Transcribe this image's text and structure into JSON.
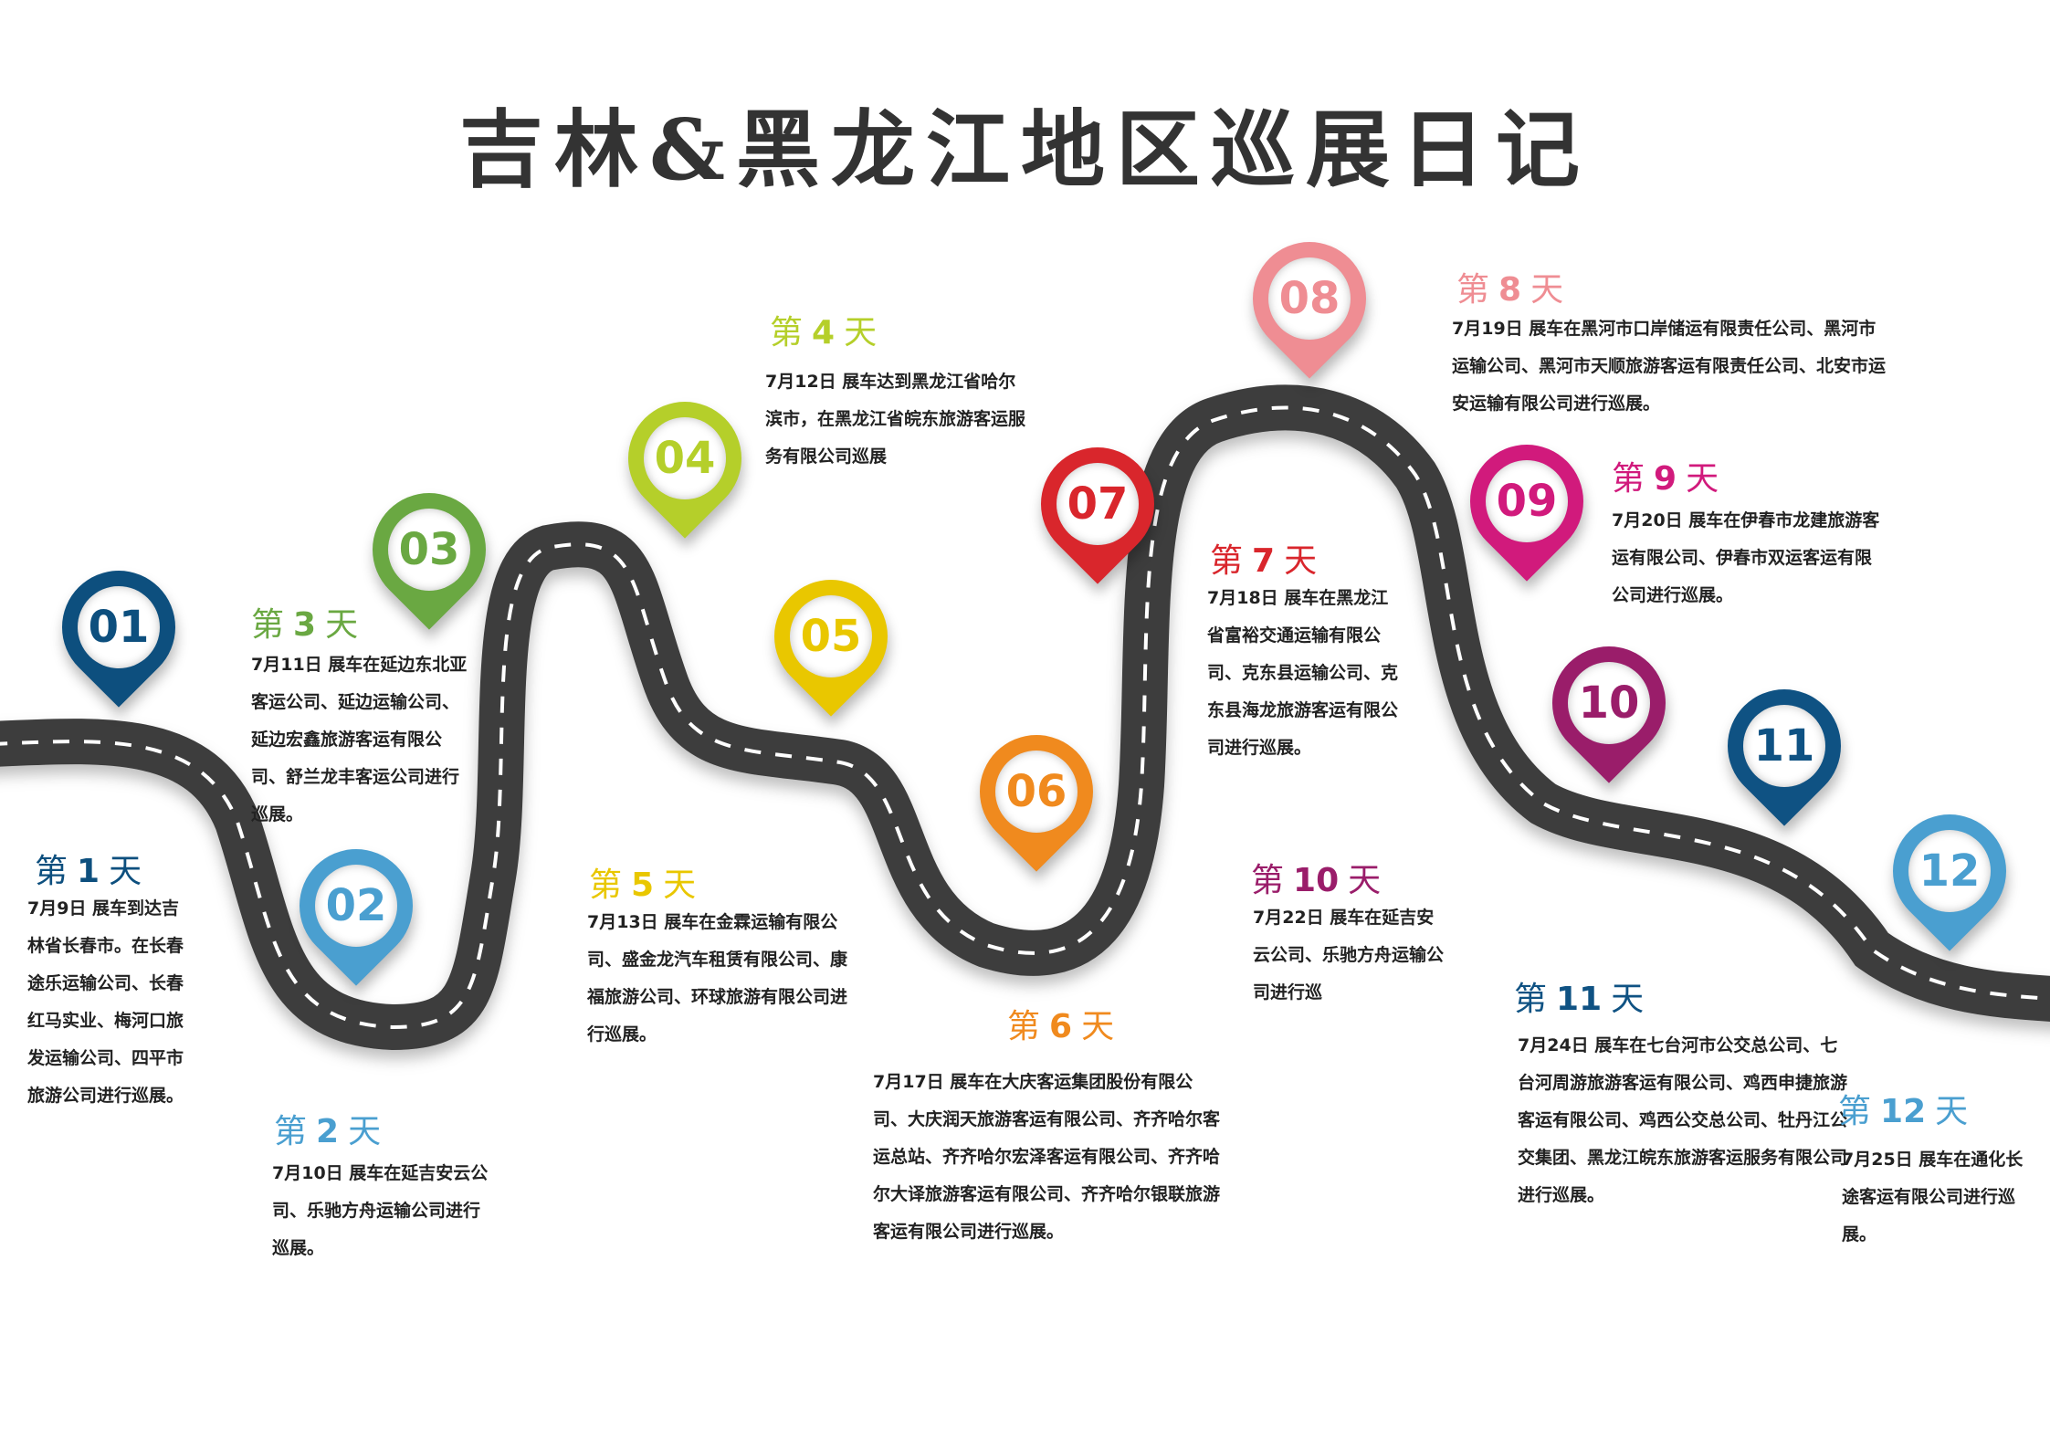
{
  "title": "吉林&黑龙江地区巡展日记",
  "day_prefix": "第",
  "day_suffix": "天",
  "stops": [
    {
      "num": "01",
      "day": "1",
      "color": "#0d4f7e",
      "text": "7月9日 展车到达吉林省长春市。在长春途乐运输公司、长春红马实业、梅河口旅发运输公司、四平市旅游公司进行巡展。"
    },
    {
      "num": "02",
      "day": "2",
      "color": "#4a9fd0",
      "text": "7月10日 展车在延吉安云公司、乐驰方舟运输公司进行巡展。"
    },
    {
      "num": "03",
      "day": "3",
      "color": "#6aa842",
      "text": "7月11日 展车在延边东北亚客运公司、延边运输公司、延边宏鑫旅游客运有限公司、舒兰龙丰客运公司进行巡展。"
    },
    {
      "num": "04",
      "day": "4",
      "color": "#b5cf2a",
      "text": "7月12日 展车达到黑龙江省哈尔滨市，在黑龙江省皖东旅游客运服务有限公司巡展"
    },
    {
      "num": "05",
      "day": "5",
      "color": "#e9c700",
      "text": "7月13日 展车在金霖运输有限公司、盛金龙汽车租赁有限公司、康福旅游公司、环球旅游有限公司进行巡展。"
    },
    {
      "num": "06",
      "day": "6",
      "color": "#f08a1e",
      "text": "7月17日 展车在大庆客运集团股份有限公司、大庆润天旅游客运有限公司、齐齐哈尔客运总站、齐齐哈尔宏泽客运有限公司、齐齐哈尔大译旅游客运有限公司、齐齐哈尔银联旅游客运有限公司进行巡展。"
    },
    {
      "num": "07",
      "day": "7",
      "color": "#d9262c",
      "text": "7月18日 展车在黑龙江省富裕交通运输有限公司、克东县运输公司、克东县海龙旅游客运有限公司进行巡展。"
    },
    {
      "num": "08",
      "day": "8",
      "color": "#ef8d93",
      "text": "7月19日 展车在黑河市口岸储运有限责任公司、黑河市运输公司、黑河市天顺旅游客运有限责任公司、北安市运安运输有限公司进行巡展。"
    },
    {
      "num": "09",
      "day": "9",
      "color": "#d11a7c",
      "text": "7月20日 展车在伊春市龙建旅游客运有限公司、伊春市双运客运有限公司进行巡展。"
    },
    {
      "num": "10",
      "day": "10",
      "color": "#9a1d6a",
      "text": "7月22日 展车在延吉安云公司、乐驰方舟运输公司进行巡"
    },
    {
      "num": "11",
      "day": "11",
      "color": "#0f5283",
      "text": "7月24日 展车在七台河市公交总公司、七台河周游旅游客运有限公司、鸡西申捷旅游客运有限公司、鸡西公交总公司、牡丹江公交集团、黑龙江皖东旅游客运服务有限公司进行巡展。"
    },
    {
      "num": "12",
      "day": "12",
      "color": "#4a9fd0",
      "text": "7月25日 展车在通化长途客运有限公司进行巡展。"
    }
  ]
}
